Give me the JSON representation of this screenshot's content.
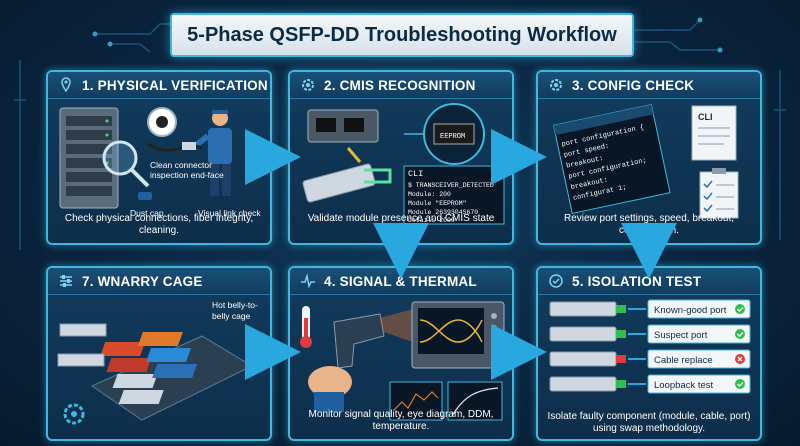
{
  "title": "5-Phase QSFP-DD Troubleshooting Workflow",
  "phases": {
    "p1": {
      "label": "1. PHYSICAL VERIFICATION",
      "caption": "Check physical connections, fiber integrity, cleaning.",
      "notes": {
        "clean": "Clean connector",
        "inspect": "inspection end-face",
        "dust": "Dust cap",
        "visual": "Visual link check"
      }
    },
    "p2": {
      "label": "2. CMIS RECOGNITION",
      "caption": "Validate module presence and CMIS state machine.",
      "chip": "EEPROM",
      "cli": {
        "header": "CLI",
        "lines": [
          "$ TRANSCEIVER_DETECTED",
          "Module: 200",
          "Module \"EEPROM\"",
          "Module 2639304S670",
          "Details 2000"
        ]
      }
    },
    "p3": {
      "label": "3. CONFIG CHECK",
      "caption": "Review port settings, speed, breakout, configuration.",
      "doc": "CLI",
      "code": [
        "port configuration {",
        "  port speed:",
        "  breakout:",
        "  port configuration;",
        "  breakout:",
        "  configurat 1;"
      ]
    },
    "p7": {
      "label": "7. WNARRY CAGE",
      "note_l1": "Hot belly-to-",
      "note_l2": "belly cage"
    },
    "p4": {
      "label": "4. SIGNAL & THERMAL",
      "caption": "Monitor signal quality, eye diagram, DDM, temperature."
    },
    "p5": {
      "label": "5. ISOLATION TEST",
      "caption_l1": "Isolate faulty component (module, cable, port)",
      "caption_l2": "using swap methodology.",
      "items": [
        {
          "label": "Known-good port",
          "status": "ok"
        },
        {
          "label": "Suspect port",
          "status": "ok"
        },
        {
          "label": "Cable replace",
          "status": "fail"
        },
        {
          "label": "Loopback test",
          "status": "ok"
        }
      ]
    }
  },
  "colors": {
    "accent": "#3fb8e0",
    "ok": "#2fbf4a",
    "fail": "#e03a3a",
    "flow": "#29a8e0"
  }
}
